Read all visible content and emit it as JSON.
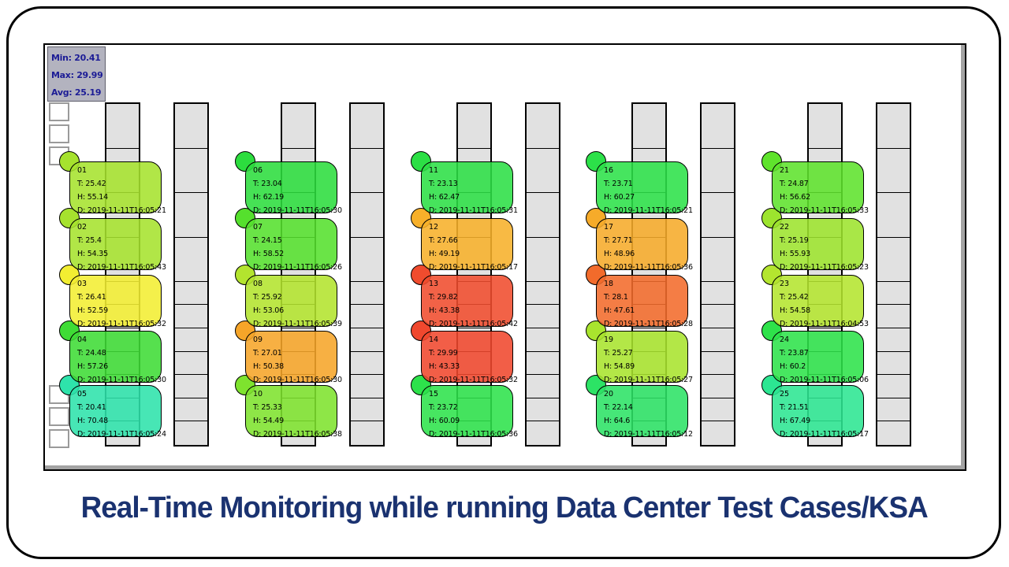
{
  "title": "Real-Time Monitoring while running Data Center Test Cases/KSA",
  "stats": {
    "min_label": "Min:",
    "min_value": "20.41",
    "max_label": "Max:",
    "max_value": "29.99",
    "avg_label": "Avg:",
    "avg_value": "25.19"
  },
  "sensors": [
    {
      "id": "01",
      "t": "T: 25.42",
      "h": "H: 55.14",
      "d": "D: 2019-11-11T16:05:21",
      "color": "#a6e22e"
    },
    {
      "id": "02",
      "t": "T: 25.4",
      "h": "H: 54.35",
      "d": "D: 2019-11-11T16:05:43",
      "color": "#a6e22e"
    },
    {
      "id": "03",
      "t": "T: 26.41",
      "h": "H: 52.59",
      "d": "D: 2019-11-11T16:05:32",
      "color": "#f2ee32"
    },
    {
      "id": "04",
      "t": "T: 24.48",
      "h": "H: 57.26",
      "d": "D: 2019-11-11T16:05:30",
      "color": "#3fdc35"
    },
    {
      "id": "05",
      "t": "T: 20.41",
      "h": "H: 70.48",
      "d": "D: 2019-11-11T16:05:24",
      "color": "#2ee3ab"
    },
    {
      "id": "06",
      "t": "T: 23.04",
      "h": "H: 62.19",
      "d": "D: 2019-11-11T16:05:30",
      "color": "#2cdd3e"
    },
    {
      "id": "07",
      "t": "T: 24.15",
      "h": "H: 58.52",
      "d": "D: 2019-11-11T16:05:26",
      "color": "#55e02d"
    },
    {
      "id": "08",
      "t": "T: 25.92",
      "h": "H: 53.06",
      "d": "D: 2019-11-11T16:05:39",
      "color": "#b3e42e"
    },
    {
      "id": "09",
      "t": "T: 27.01",
      "h": "H: 50.38",
      "d": "D: 2019-11-11T16:05:30",
      "color": "#f6a529"
    },
    {
      "id": "10",
      "t": "T: 25.33",
      "h": "H: 54.49",
      "d": "D: 2019-11-11T16:05:38",
      "color": "#7ee32e"
    },
    {
      "id": "11",
      "t": "T: 23.13",
      "h": "H: 62.47",
      "d": "D: 2019-11-11T16:05:31",
      "color": "#2cdf45"
    },
    {
      "id": "12",
      "t": "T: 27.66",
      "h": "H: 49.19",
      "d": "D: 2019-11-11T16:05:17",
      "color": "#f7b02a"
    },
    {
      "id": "13",
      "t": "T: 29.82",
      "h": "H: 43.38",
      "d": "D: 2019-11-11T16:05:42",
      "color": "#f04c2e"
    },
    {
      "id": "14",
      "t": "T: 29.99",
      "h": "H: 43.33",
      "d": "D: 2019-11-11T16:05:32",
      "color": "#f0482e"
    },
    {
      "id": "15",
      "t": "T: 23.72",
      "h": "H: 60.09",
      "d": "D: 2019-11-11T16:05:36",
      "color": "#2de24b"
    },
    {
      "id": "16",
      "t": "T: 23.71",
      "h": "H: 60.27",
      "d": "D: 2019-11-11T16:05:21",
      "color": "#2ce149"
    },
    {
      "id": "17",
      "t": "T: 27.71",
      "h": "H: 48.96",
      "d": "D: 2019-11-11T16:05:36",
      "color": "#f6ab2a"
    },
    {
      "id": "18",
      "t": "T: 28.1",
      "h": "H: 47.61",
      "d": "D: 2019-11-11T16:05:28",
      "color": "#f26b2b"
    },
    {
      "id": "19",
      "t": "T: 25.27",
      "h": "H: 54.89",
      "d": "D: 2019-11-11T16:05:27",
      "color": "#a9e42e"
    },
    {
      "id": "20",
      "t": "T: 22.14",
      "h": "H: 64.6",
      "d": "D: 2019-11-11T16:05:12",
      "color": "#2ce365"
    },
    {
      "id": "21",
      "t": "T: 24.87",
      "h": "H: 56.62",
      "d": "D: 2019-11-11T16:05:33",
      "color": "#5fe32c"
    },
    {
      "id": "22",
      "t": "T: 25.19",
      "h": "H: 55.93",
      "d": "D: 2019-11-11T16:05:23",
      "color": "#9de42e"
    },
    {
      "id": "23",
      "t": "T: 25.42",
      "h": "H: 54.58",
      "d": "D: 2019-11-11T16:04:53",
      "color": "#b4e52f"
    },
    {
      "id": "24",
      "t": "T: 23.87",
      "h": "H: 60.2",
      "d": "D: 2019-11-11T16:05:06",
      "color": "#2ee24a"
    },
    {
      "id": "25",
      "t": "T: 21.51",
      "h": "H: 67.49",
      "d": "D: 2019-11-11T16:05:17",
      "color": "#2ce692"
    }
  ]
}
